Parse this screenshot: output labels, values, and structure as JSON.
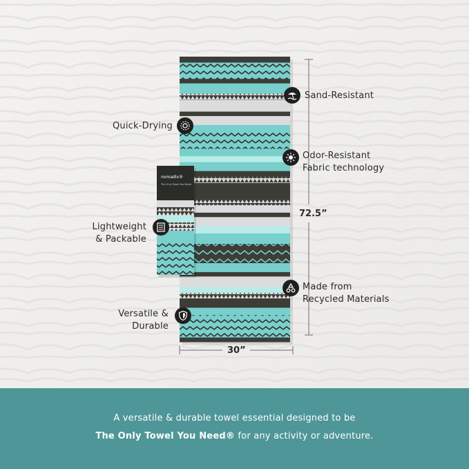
{
  "features": [
    {
      "id": "sand-resistant",
      "lines": [
        "Sand-Resistant"
      ],
      "icon": "beach-umbrella-icon"
    },
    {
      "id": "quick-drying",
      "lines": [
        "Quick-Drying"
      ],
      "icon": "sun-rays-icon"
    },
    {
      "id": "odor-resistant",
      "lines": [
        "Odor-Resistant",
        "Fabric technology"
      ],
      "icon": "burst-icon"
    },
    {
      "id": "lightweight",
      "lines": [
        "Lightweight",
        "& Packable"
      ],
      "icon": "folded-towel-icon"
    },
    {
      "id": "recycled",
      "lines": [
        "Made from",
        "Recycled Materials"
      ],
      "icon": "recycle-icon"
    },
    {
      "id": "durable",
      "lines": [
        "Versatile &",
        "Durable"
      ],
      "icon": "shield-icon"
    }
  ],
  "dimensions": {
    "height": "72.5”",
    "width": "30”"
  },
  "pack": {
    "brand": "nomadix®",
    "tagline": "The Only Towel You Need"
  },
  "banner": {
    "line1": "A versatile & durable towel essential designed to be",
    "line2_bold": "The Only Towel You Need®",
    "line2_rest": " for any activity or adventure."
  },
  "colors": {
    "banner": "#4f9698",
    "aqua": "#78cfcc",
    "aqua_light": "#b9ece8",
    "dark": "#3b3d36",
    "light_stripe": "#dcdcde",
    "icon_bg": "#1f1f1f",
    "sand": "#efeeec"
  }
}
